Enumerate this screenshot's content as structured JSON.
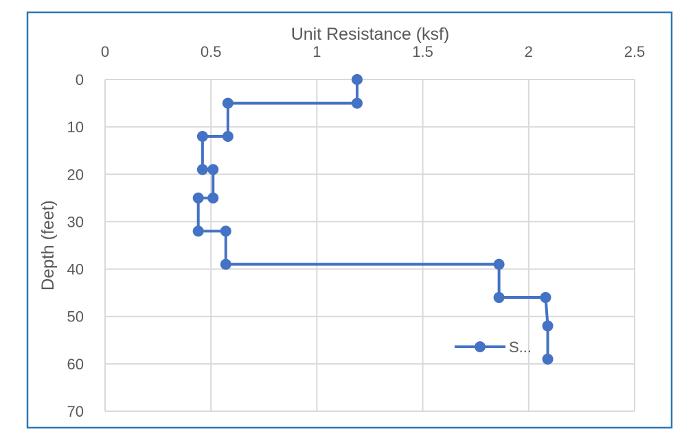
{
  "chart_data": {
    "type": "line",
    "title": "",
    "xlabel": "Unit Resistance (ksf)",
    "ylabel": "Depth (feet)",
    "xlim": [
      0,
      2.5
    ],
    "ylim": [
      0,
      70
    ],
    "y_reversed": true,
    "x_axis_position": "top",
    "grid": true,
    "x_ticks": [
      "0",
      "0.5",
      "1",
      "1.5",
      "2",
      "2.5"
    ],
    "y_ticks": [
      "0",
      "10",
      "20",
      "30",
      "40",
      "50",
      "60",
      "70"
    ],
    "legend": {
      "placement": "bottom-right",
      "entries": [
        "S..."
      ]
    },
    "series": [
      {
        "name": "S...",
        "color": "#4472C4",
        "x": [
          1.19,
          1.19,
          0.58,
          0.58,
          0.46,
          0.46,
          0.51,
          0.51,
          0.44,
          0.44,
          0.57,
          0.57,
          1.86,
          1.86,
          2.08,
          2.09,
          2.09
        ],
        "y": [
          0,
          5,
          5,
          12,
          12,
          19,
          19,
          25,
          25,
          32,
          32,
          39,
          39,
          46,
          46,
          52,
          59
        ]
      }
    ]
  },
  "colors": {
    "frame": "#2E75B6",
    "grid": "#D9D9D9",
    "series": "#4472C4"
  }
}
